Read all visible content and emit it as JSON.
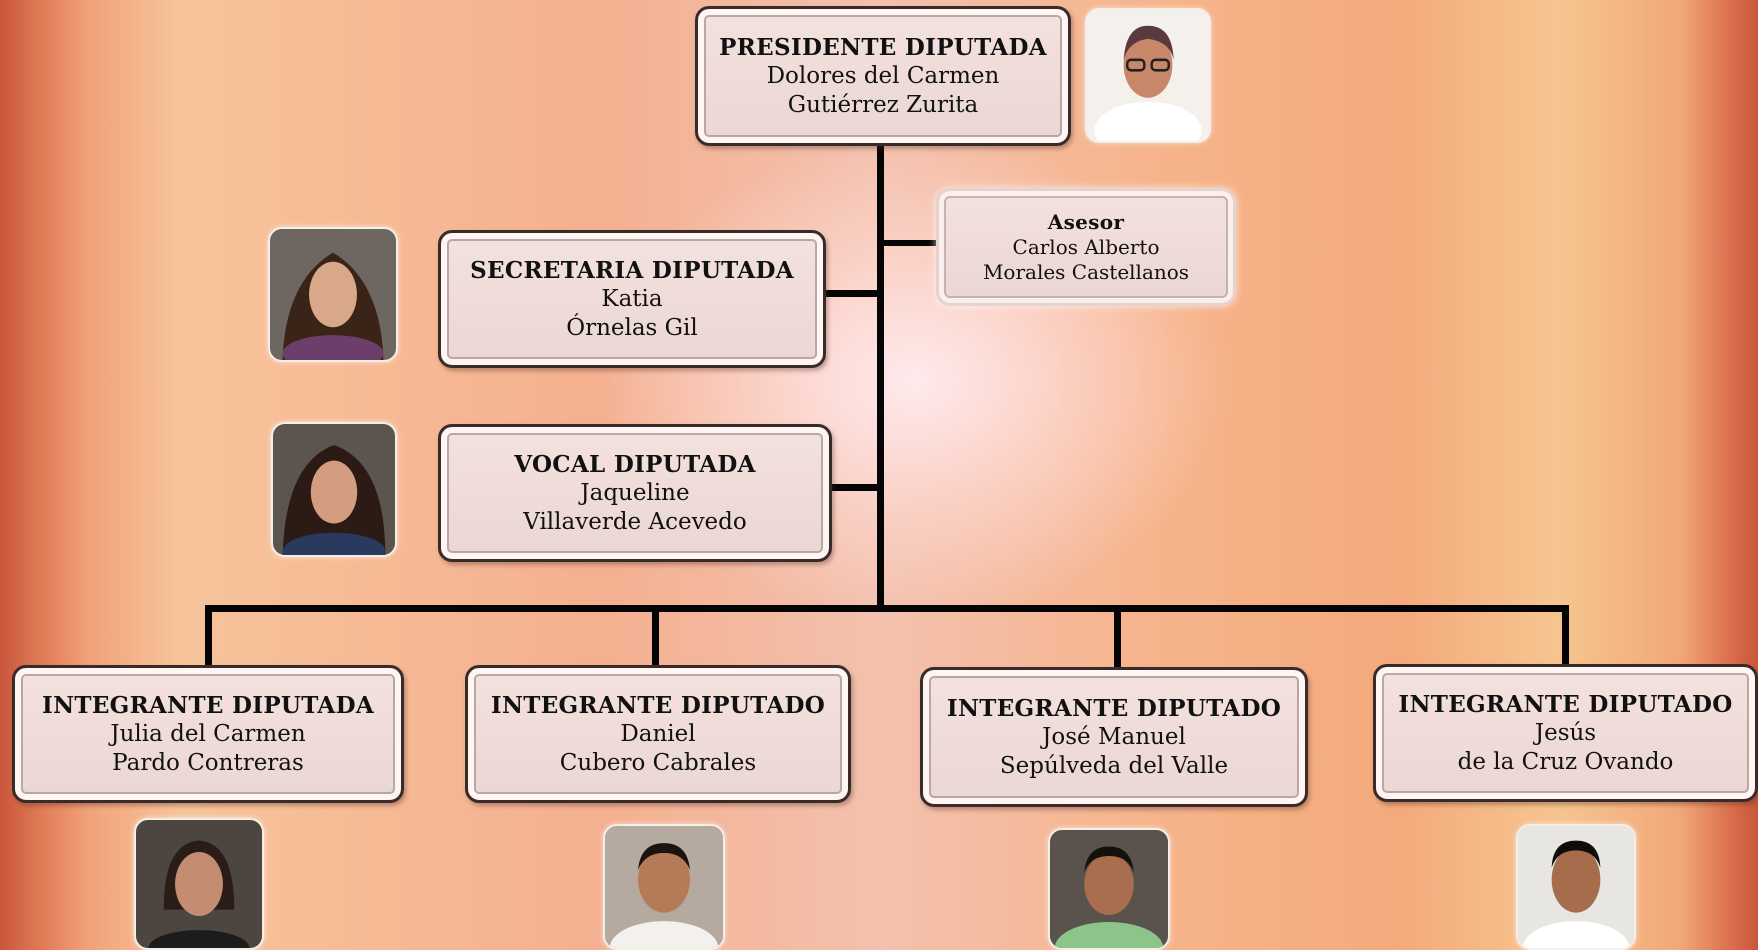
{
  "president": {
    "role": "PRESIDENTE DIPUTADA",
    "name_line1": "Dolores del Carmen",
    "name_line2": "Gutiérrez Zurita"
  },
  "advisor": {
    "role": "Asesor",
    "name_line1": "Carlos Alberto",
    "name_line2": "Morales Castellanos"
  },
  "secretary": {
    "role": "SECRETARIA DIPUTADA",
    "name_line1": "Katia",
    "name_line2": "Órnelas Gil"
  },
  "vocal": {
    "role": "VOCAL DIPUTADA",
    "name_line1": "Jaqueline",
    "name_line2": "Villaverde Acevedo"
  },
  "members": [
    {
      "role": "INTEGRANTE DIPUTADA",
      "name_line1": "Julia del Carmen",
      "name_line2": "Pardo Contreras"
    },
    {
      "role": "INTEGRANTE DIPUTADO",
      "name_line1": "Daniel",
      "name_line2": "Cubero Cabrales"
    },
    {
      "role": "INTEGRANTE DIPUTADO",
      "name_line1": "José Manuel",
      "name_line2": "Sepúlveda del Valle"
    },
    {
      "role": "INTEGRANTE DIPUTADO",
      "name_line1": "Jesús",
      "name_line2": "de la Cruz Ovando"
    }
  ],
  "colors": {
    "connector": "#050505",
    "box_fill": "#f0dedb",
    "box_border": "#3a2b2b"
  }
}
